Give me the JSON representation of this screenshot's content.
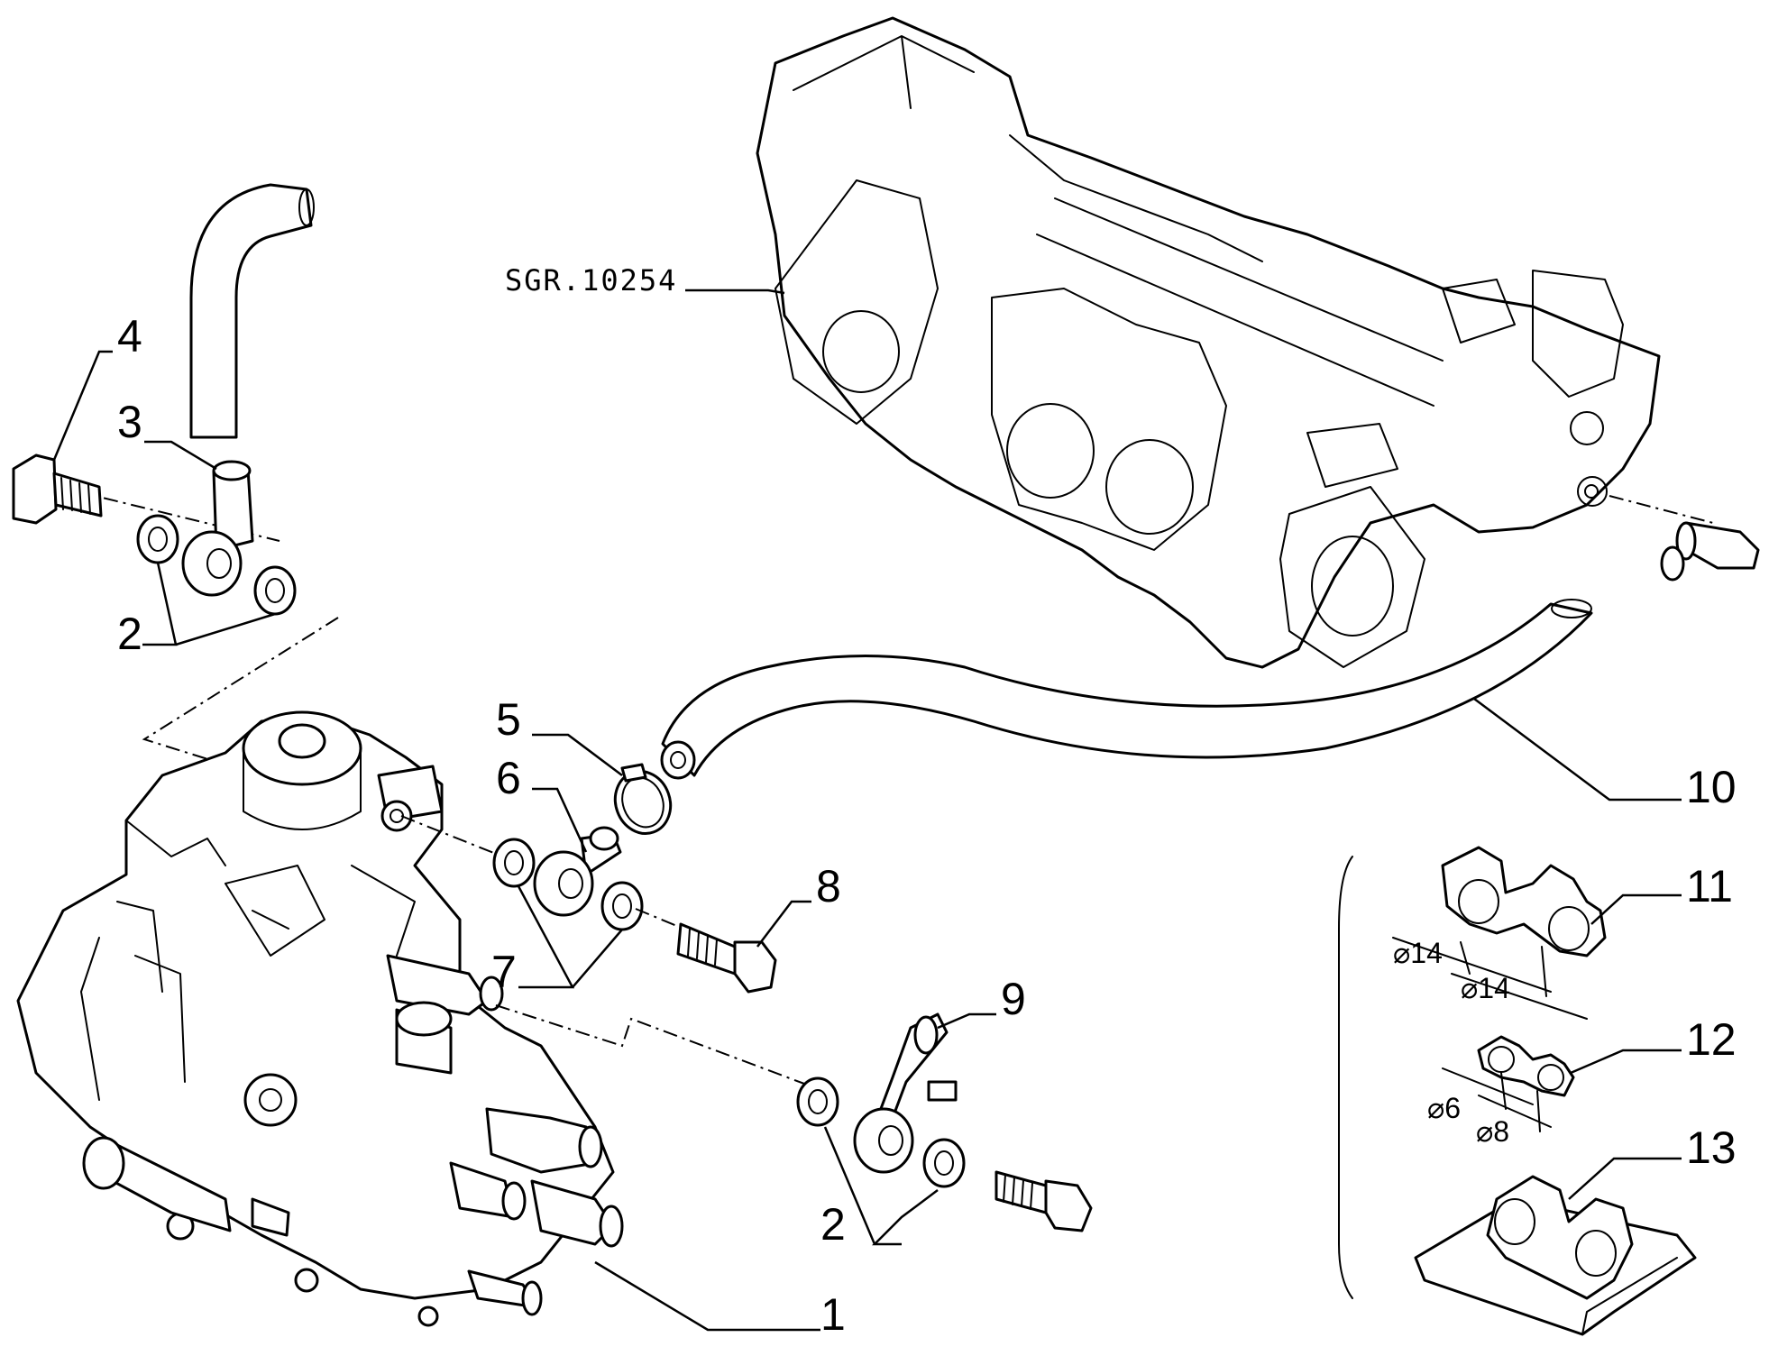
{
  "drawing_ref": "SGR.10254",
  "callouts": [
    {
      "id": "1",
      "text": "1"
    },
    {
      "id": "2a",
      "text": "2"
    },
    {
      "id": "2b",
      "text": "2"
    },
    {
      "id": "3",
      "text": "3"
    },
    {
      "id": "4",
      "text": "4"
    },
    {
      "id": "5",
      "text": "5"
    },
    {
      "id": "6",
      "text": "6"
    },
    {
      "id": "7",
      "text": "7"
    },
    {
      "id": "8",
      "text": "8"
    },
    {
      "id": "9",
      "text": "9"
    },
    {
      "id": "10",
      "text": "10"
    },
    {
      "id": "11",
      "text": "11"
    },
    {
      "id": "12",
      "text": "12"
    },
    {
      "id": "13",
      "text": "13"
    }
  ],
  "dimensions": {
    "clip11_a": "⌀14",
    "clip11_b": "⌀14",
    "clip12_a": "⌀6",
    "clip12_b": "⌀8"
  }
}
